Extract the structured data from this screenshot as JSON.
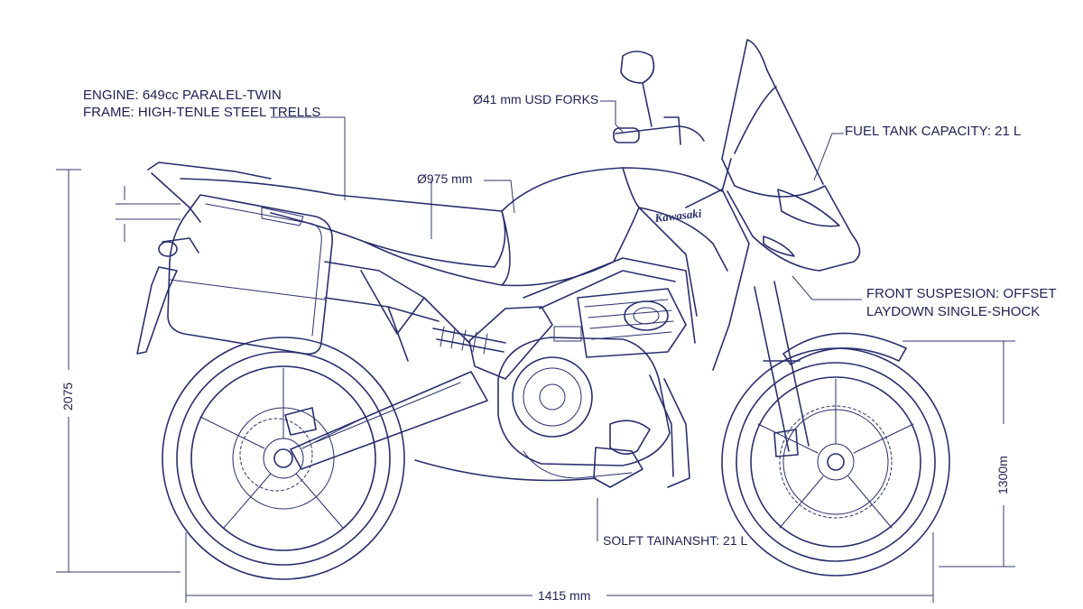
{
  "labels": {
    "engine": "ENGINE: 649cc PARALEL-TWIN",
    "frame": "FRAME: HIGH-TENLE STEEL TRELLS",
    "forks": "Ø41 mm USD FORKS",
    "seat_height": "Ø975 mm",
    "fuel_tank": "FUEL TANK CAPACITY:  21 L",
    "front_suspension_1": "FRONT SUSPESION: OFFSET",
    "front_suspension_2": "LAYDOWN SINGLE-SHOCK",
    "tank_weight": "SOLFT TAINANSHT: 21 L",
    "overall_height": "2075",
    "seat_dim": "1300m",
    "wheelbase": "1415 mm"
  },
  "brand_badge": "Kawasaki",
  "colors": {
    "line": "#2a2f6e",
    "text": "#1d2155",
    "background": "#ffffff"
  }
}
